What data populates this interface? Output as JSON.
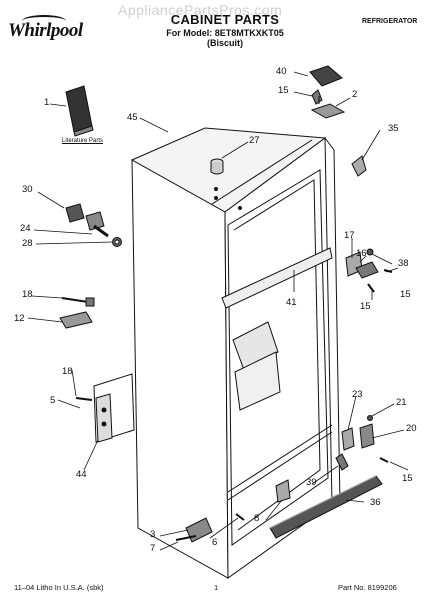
{
  "header": {
    "brand": "Whirlpool",
    "watermark": "AppliancePartsPros.com",
    "title": "CABINET PARTS",
    "model_line": "For Model: 8ET8MTKXKT05",
    "color_line": "(Biscuit)",
    "appliance": "REFRIGERATOR"
  },
  "literature": {
    "label": "Literature Parts"
  },
  "callouts": {
    "c1": "1",
    "c2": "2",
    "c3": "3",
    "c5": "5",
    "c6": "6",
    "c7": "7",
    "c8": "8",
    "c12": "12",
    "c15a": "15",
    "c15b": "15",
    "c15c": "15",
    "c15d": "15",
    "c16": "16",
    "c17": "17",
    "c18a": "18",
    "c18b": "18",
    "c20": "20",
    "c21": "21",
    "c23": "23",
    "c24": "24",
    "c27": "27",
    "c28": "28",
    "c30": "30",
    "c35": "35",
    "c36": "36",
    "c38": "38",
    "c39": "39",
    "c40": "40",
    "c41": "41",
    "c44": "44",
    "c45": "45"
  },
  "footer": {
    "left": "11–04 Litho In U.S.A. (sbk)",
    "center": "1",
    "right": "Part No. 8199206"
  }
}
